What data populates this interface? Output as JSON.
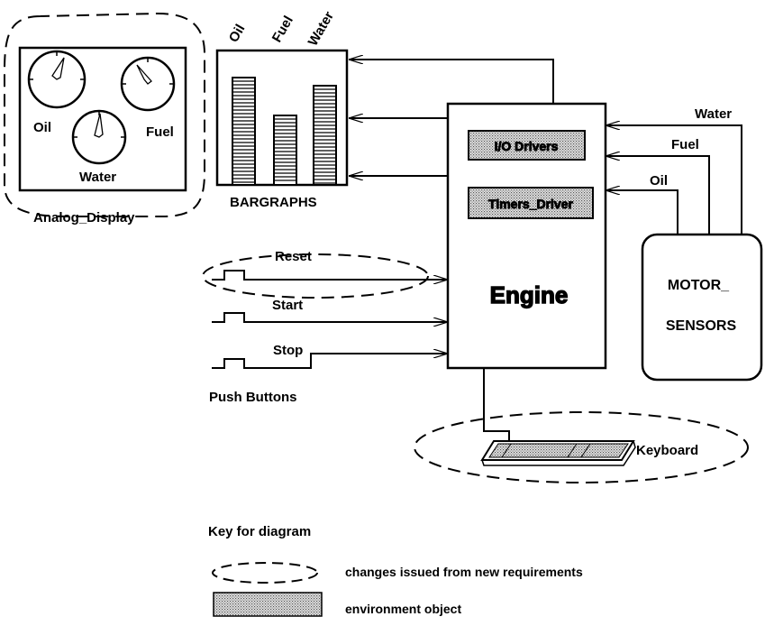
{
  "analog_display": {
    "name": "Analog_Display",
    "gauges": [
      "Oil",
      "Fuel",
      "Water"
    ]
  },
  "bargraphs": {
    "name": "BARGRAPHS",
    "bars": [
      {
        "label": "Oil",
        "level": 0.8
      },
      {
        "label": "Fuel",
        "level": 0.52
      },
      {
        "label": "Water",
        "level": 0.74
      }
    ]
  },
  "engine": {
    "name": "Engine",
    "components": [
      "I/O Drivers",
      "Timers_Driver"
    ]
  },
  "motor_sensors": {
    "line1": "MOTOR_",
    "line2": "SENSORS",
    "signals": [
      "Water",
      "Fuel",
      "Oil"
    ]
  },
  "push_buttons": {
    "caption": "Push Buttons",
    "buttons": [
      "Reset",
      "Start",
      "Stop"
    ]
  },
  "keyboard": {
    "label": "Keyboard"
  },
  "legend": {
    "title": "Key for diagram",
    "changes_label": "changes issued from new requirements",
    "environment_label": "environment object"
  }
}
